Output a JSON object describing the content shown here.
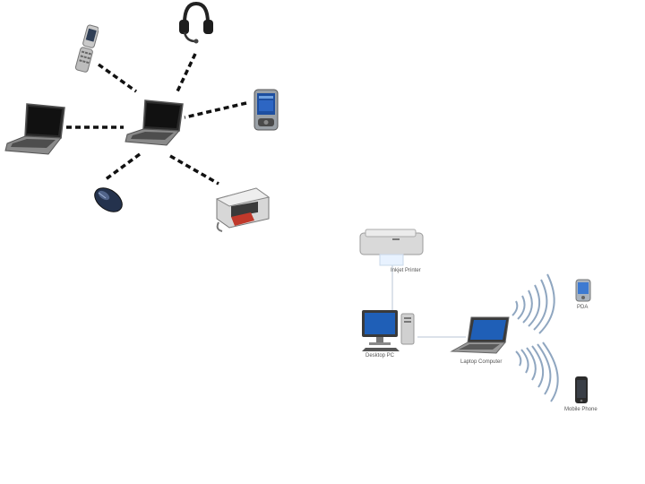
{
  "colors": {
    "background": "#ffffff",
    "dash_line": "#111111",
    "wifi_wave": "#8fa6c0",
    "link_line": "#b8c6d6",
    "laptop_body": "#6b6b6b",
    "laptop_screen": "#1c1c1c",
    "printer_body": "#d9d9d9"
  },
  "diagram_left": {
    "hub": {
      "icon": "laptop-icon"
    },
    "devices": [
      {
        "id": "flip-phone",
        "icon": "flip-phone-icon"
      },
      {
        "id": "headset",
        "icon": "headset-icon"
      },
      {
        "id": "pda",
        "icon": "pda-icon"
      },
      {
        "id": "laptop",
        "icon": "laptop-icon"
      },
      {
        "id": "mouse",
        "icon": "mouse-icon"
      },
      {
        "id": "printer",
        "icon": "printer-icon"
      }
    ]
  },
  "diagram_right": {
    "inkjet_printer": {
      "label": "Inkjet Printer",
      "icon": "printer-icon"
    },
    "desktop_pc": {
      "label": "Desktop PC",
      "icon": "desktop-pc-icon"
    },
    "laptop_computer": {
      "label": "Laptop Computer",
      "icon": "laptop-icon"
    },
    "pda": {
      "label": "PDA",
      "icon": "pda-icon"
    },
    "mobile_phone": {
      "label": "Mobile Phone",
      "icon": "mobile-phone-icon"
    }
  }
}
